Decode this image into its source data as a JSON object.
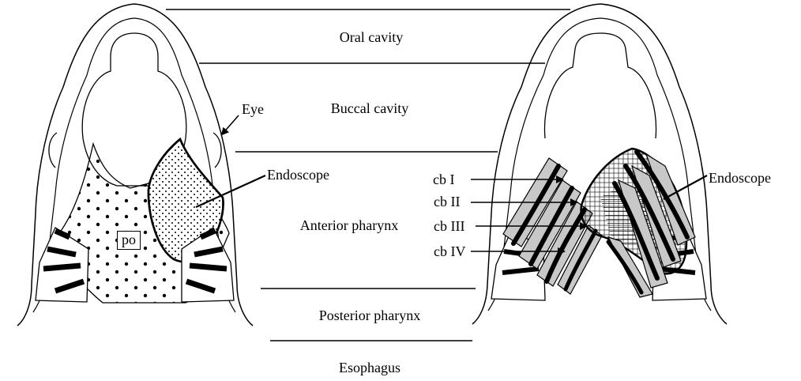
{
  "regions": {
    "oral_cavity": "Oral cavity",
    "buccal_cavity": "Buccal cavity",
    "anterior_pharynx": "Anterior pharynx",
    "posterior_pharynx": "Posterior pharynx",
    "esophagus": "Esophagus"
  },
  "left_fish": {
    "eye_label": "Eye",
    "endoscope_label": "Endoscope",
    "po_label": "po"
  },
  "right_fish": {
    "endoscope_label": "Endoscope",
    "gill_arches": [
      "cb I",
      "cb II",
      "cb III",
      "cb IV"
    ]
  },
  "colors": {
    "outline": "#000000",
    "gill_arch_fill": "#c8c8c8",
    "background": "#ffffff"
  }
}
